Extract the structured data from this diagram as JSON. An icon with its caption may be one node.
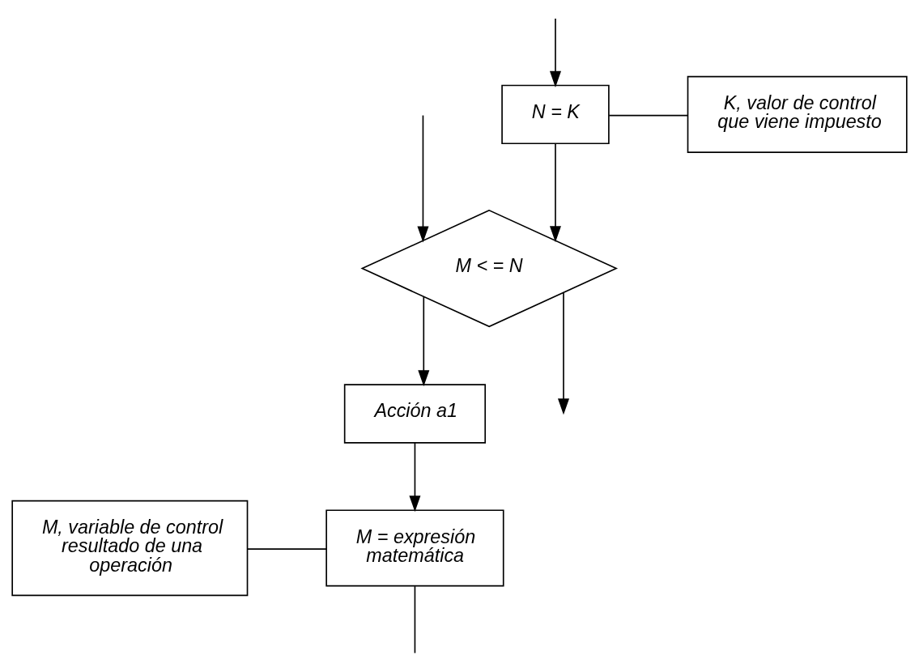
{
  "diagram": {
    "nodes": [
      {
        "text": [
          "N = K"
        ]
      },
      {
        "text": [
          "K, valor de control que viene impuesto"
        ]
      },
      {
        "text": [
          "M < = N"
        ]
      },
      {
        "text": [
          "Acción a1"
        ]
      },
      {
        "text": [
          "M = expresión matemática"
        ]
      },
      {
        "text": [
          "M, variable de control resultado de una operación"
        ]
      }
    ],
    "edges": [
      {
        "from": null,
        "to": 0,
        "arrow": "to"
      },
      {
        "from": 0,
        "to": 1,
        "arrow": "none"
      },
      {
        "from": 0,
        "to": 2,
        "arrow": "to"
      },
      {
        "from": null,
        "to": 2,
        "arrow": "to"
      },
      {
        "from": 2,
        "to": null,
        "arrow": "to"
      },
      {
        "from": 2,
        "to": 3,
        "arrow": "to"
      },
      {
        "from": 3,
        "to": 4,
        "arrow": "to"
      },
      {
        "from": 5,
        "to": 4,
        "arrow": "none"
      },
      {
        "from": 4,
        "to": null,
        "arrow": "none"
      }
    ]
  }
}
